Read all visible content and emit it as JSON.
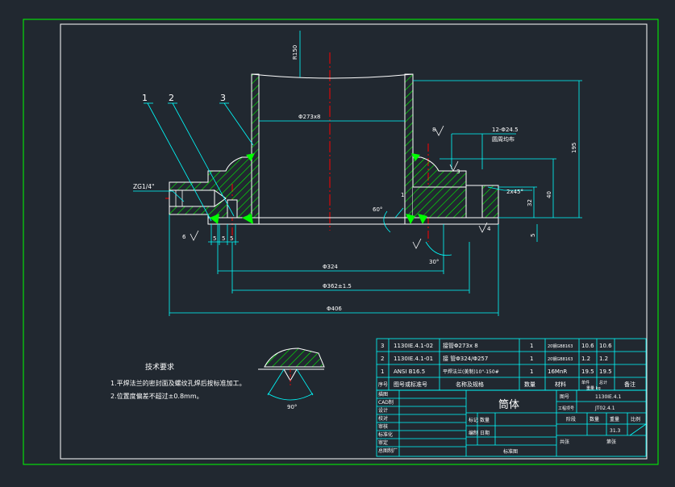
{
  "colors": {
    "background": "#212830",
    "frame": "#00ff00",
    "outline": "#ffffff",
    "dimension": "#00ffff",
    "hatch": "#00ff00",
    "centerline": "#ff0000"
  },
  "leaders": [
    "1",
    "2",
    "3"
  ],
  "drawing": {
    "thread_label": "ZG1/4\"",
    "dim_r": "R150",
    "dim_bore": "Φ273x8",
    "dim_angle_top": "8",
    "dim_holes": "12-Φ24.5",
    "dim_holes_note": "圆周均布",
    "dim_chamfer": "2x45°",
    "dim_height": "195",
    "dim_32": "32",
    "dim_40": "40",
    "dim_5_right": "5",
    "dim_60": "60°",
    "dim_30": "30°",
    "dim_324": "Φ324",
    "dim_pcd": "Φ362±1.5",
    "dim_od": "Φ406",
    "dim_5a": "5",
    "dim_5b": "5",
    "dim_5c": "5",
    "dim_small_3": "3",
    "dim_small_4": "4",
    "dim_small_1": "1",
    "dim_small_6": "6"
  },
  "tech_notes": {
    "title": "技术要求",
    "items": [
      "1.平焊法兰的密封面及螺纹孔焊后按标准加工。",
      "2.位置度偏差不超过±0.8mm。"
    ]
  },
  "detail": {
    "angle": "90°"
  },
  "bom": {
    "rows": [
      {
        "no": "3",
        "code": "1130IE.4.1-02",
        "name": "接管Φ273x 8",
        "qty": "1",
        "material": "20钢GB8163",
        "unit_wt": "10.6",
        "total_wt": "10.6",
        "note": ""
      },
      {
        "no": "2",
        "code": "1130IE.4.1-01",
        "name": "接 管Φ324/Φ257",
        "qty": "1",
        "material": "20钢GB8163",
        "unit_wt": "1.2",
        "total_wt": "1.2",
        "note": ""
      },
      {
        "no": "1",
        "code": "ANSI B16.5",
        "name": "平焊法兰(美制)10\"-150#",
        "qty": "1",
        "material": "16MnR",
        "unit_wt": "19.5",
        "total_wt": "19.5",
        "note": ""
      }
    ],
    "header": {
      "no": "序号",
      "code": "图号或标准号",
      "name": "名称及规格",
      "qty": "数量",
      "material": "材料",
      "unit_wt": "单件",
      "total_wt": "总计",
      "weight_caption": "重量 kg",
      "note": "备注"
    }
  },
  "title_block": {
    "left_labels": [
      "描图",
      "CAD制",
      "设计",
      "校对",
      "审核",
      "标准化",
      "审定",
      "总图制厂"
    ],
    "title": "筒体",
    "drawing_no_label": "图号",
    "drawing_no": "1130IE.4.1",
    "project_no_label": "工程项号",
    "project_no": "JT02.4.1",
    "stage_label": "阶段",
    "quantity_label": "数量",
    "weight_label": "重量",
    "scale_label": "比例",
    "weight_value": "31.3",
    "sheet_label": "共张",
    "sheet2_label": "第张",
    "mid_labels": [
      "标记",
      "数量",
      "编制",
      "日期"
    ],
    "bottom_caption": "标准图"
  }
}
